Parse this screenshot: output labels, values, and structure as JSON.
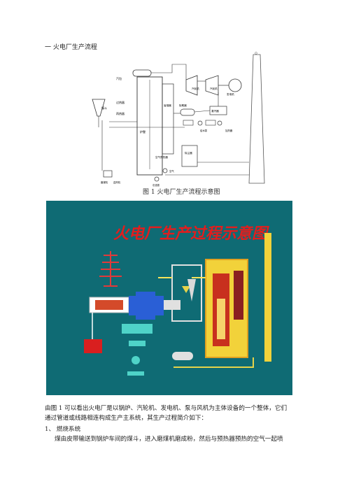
{
  "heading": "一 火电厂生产流程",
  "figure1": {
    "caption": "图 1 火电厂生产流程示意图",
    "labels": {
      "boiler_drum": "汽包",
      "hopper": "煤斗",
      "superheater": "过热器",
      "reheater": "再热器",
      "furnace": "炉膛",
      "turbine_hp": "汽轮机",
      "turbine_lp": "汽轮机",
      "generator": "发电机",
      "condenser": "凝汽器",
      "deaerator": "除氧器",
      "feedwater_pump": "给水泵",
      "heater": "加热器",
      "economizer": "省煤器",
      "air_preheater": "空气预热器",
      "coal_mill": "磨煤机",
      "fan": "送风机",
      "ash_pump": "灰渣泵",
      "air": "空气",
      "dust_collector": "除尘器"
    }
  },
  "figure2": {
    "title": "火电厂生产过程示意图"
  },
  "paragraph1": "由图 1 可以看出火电厂是以锅炉、汽轮机、发电机、泵与风机为主体设备的一个整体，它们",
  "paragraph1b": "通过管道或线路相连构成生产主系统，其生产过程简介如下：",
  "section1": "1、 燃烧系统",
  "paragraph2": "煤由皮带输送到锅炉车间的煤斗，进入磨煤机磨成粉，然后与预热器预热的空气一起喷"
}
